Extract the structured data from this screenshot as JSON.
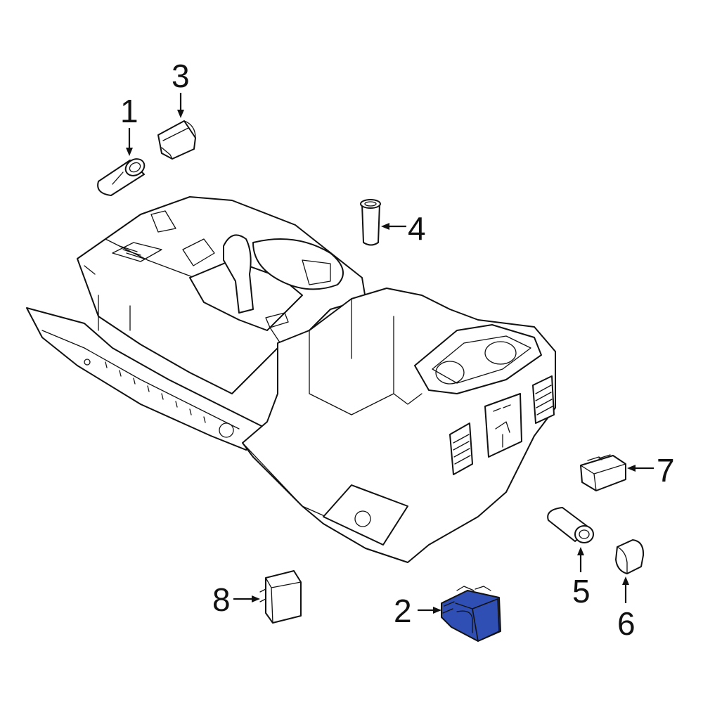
{
  "callouts": {
    "p1": "1",
    "p2": "2",
    "p3": "3",
    "p4": "4",
    "p5": "5",
    "p6": "6",
    "p7": "7",
    "p8": "8"
  },
  "colors": {
    "highlight_part": "#2f4fb4",
    "line": "#111111",
    "background": "#ffffff"
  },
  "highlighted_part": "2"
}
